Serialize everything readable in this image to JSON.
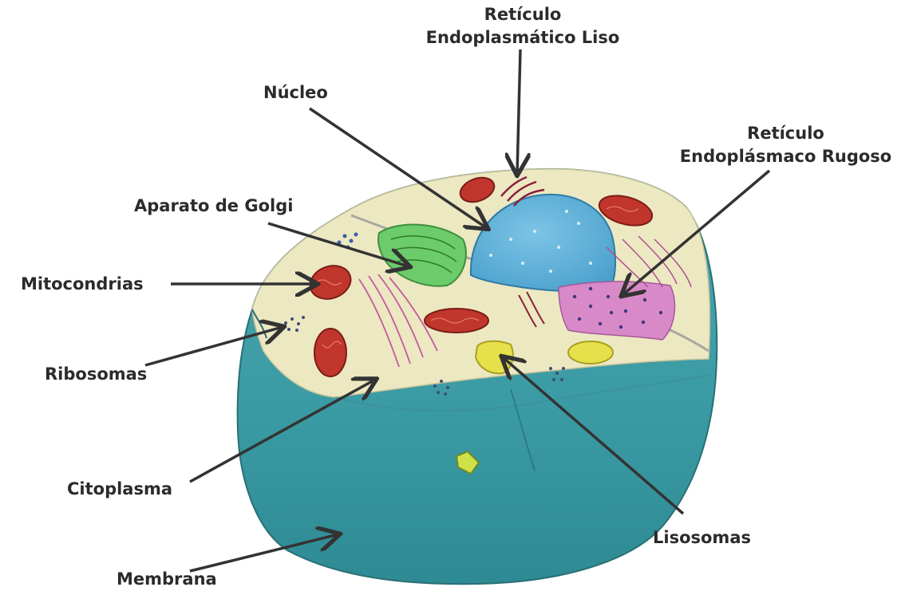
{
  "labels": {
    "ser_liso_line1": "Retículo",
    "ser_liso_line2": "Endoplasmático Liso",
    "nucleo": "Núcleo",
    "rer_line1": "Retículo",
    "rer_line2": "Endoplásmaco Rugoso",
    "golgi": "Aparato de Golgi",
    "mitocondrias": "Mitocondrias",
    "ribosomas": "Ribosomas",
    "citoplasma": "Citoplasma",
    "lisosomas": "Lisosomas",
    "membrana": "Membrana"
  },
  "colors": {
    "label_text": "#2b2b2b",
    "pointer_line": "#333333",
    "membrane": "#3a9aa3",
    "cytoplasm": "#ece8c2",
    "nucleus": "#5cb0d8",
    "golgi": "#6ccb6a",
    "mitochondria": "#c0362c",
    "rough_er": "#d88ac8",
    "lysosome": "#e6e04a"
  }
}
